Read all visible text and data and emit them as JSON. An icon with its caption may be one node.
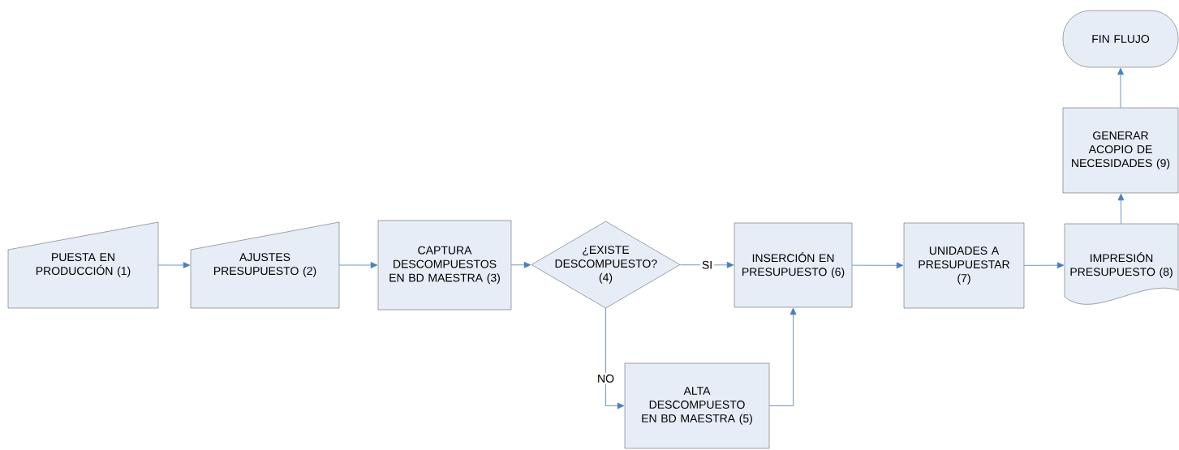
{
  "diagram": {
    "nodes": [
      {
        "text": [
          "PUESTA EN PRODUCCIÓN (1)"
        ]
      },
      {
        "text": [
          "AJUSTES PRESUPUESTO (2)"
        ]
      },
      {
        "text": [
          "CAPTURA DESCOMPUESTOS EN BD MAESTRA (3)"
        ]
      },
      {
        "text": [
          "¿EXISTE DESCOMPUESTO? (4)"
        ]
      },
      {
        "text": [
          "ALTA DESCOMPUESTO EN BD MAESTRA (5)"
        ]
      },
      {
        "text": [
          "INSERCIÓN EN PRESUPUESTO (6)"
        ]
      },
      {
        "text": [
          "UNIDADES A PRESUPUESTAR (7)"
        ]
      },
      {
        "text": [
          "IMPRESIÓN PRESUPUESTO (8)"
        ]
      },
      {
        "text": [
          "GENERAR ACOPIO DE NECESIDADES (9)"
        ]
      },
      {
        "text": [
          "FIN FLUJO"
        ]
      }
    ],
    "edges": [
      {
        "from": 0,
        "to": 1,
        "arrow": "to"
      },
      {
        "from": 1,
        "to": 2,
        "arrow": "to"
      },
      {
        "from": 2,
        "to": 3,
        "arrow": "to"
      },
      {
        "from": 3,
        "to": 5,
        "arrow": "to",
        "label": "SI"
      },
      {
        "from": 3,
        "to": 4,
        "arrow": "to",
        "label": "NO"
      },
      {
        "from": 4,
        "to": 5,
        "arrow": "to"
      },
      {
        "from": 5,
        "to": 6,
        "arrow": "to"
      },
      {
        "from": 6,
        "to": 7,
        "arrow": "to"
      },
      {
        "from": 7,
        "to": 8,
        "arrow": "to"
      },
      {
        "from": 8,
        "to": 9,
        "arrow": "to"
      }
    ]
  }
}
